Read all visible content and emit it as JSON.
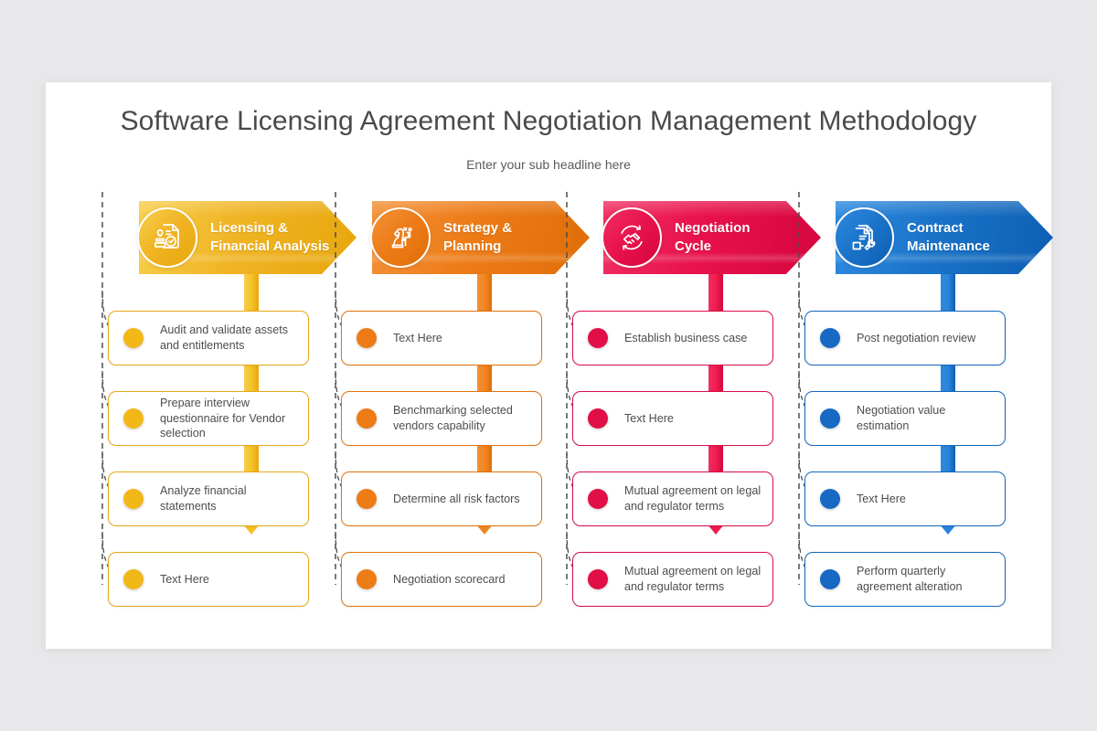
{
  "slide": {
    "title": "Software Licensing Agreement Negotiation Management Methodology",
    "subtitle": "Enter your sub headline here",
    "background": "#e8e8ea",
    "canvas": "#ffffff"
  },
  "columns": [
    {
      "id": "licensing-financial-analysis",
      "header_line1": "Licensing &",
      "header_line2": "Financial Analysis",
      "icon": "stamp-document-check-icon",
      "color": "#F0B323",
      "color_dark": "#E8A70E",
      "color_light": "#F7CE4B",
      "accent": "#F5C125",
      "border": "#E6A817",
      "dot": "#F2B818",
      "steps": [
        {
          "label": "Audit and validate assets and entitlements"
        },
        {
          "label": "Prepare interview questionnaire for Vendor selection"
        },
        {
          "label": "Analyze financial statements"
        },
        {
          "label": "Text Here"
        }
      ]
    },
    {
      "id": "strategy-planning",
      "header_line1": "Strategy &",
      "header_line2": "Planning",
      "icon": "chess-knight-strategy-icon",
      "color": "#ED7B16",
      "color_dark": "#E06E08",
      "color_light": "#F29138",
      "accent": "#EF8620",
      "border": "#E1720C",
      "dot": "#ED7B16",
      "steps": [
        {
          "label": "Text Here"
        },
        {
          "label": "Benchmarking selected vendors capability"
        },
        {
          "label": "Determine all risk factors"
        },
        {
          "label": "Negotiation scorecard"
        }
      ]
    },
    {
      "id": "negotiation-cycle",
      "header_line1": "Negotiation",
      "header_line2": "Cycle",
      "icon": "handshake-cycle-icon",
      "color": "#E8114B",
      "color_dark": "#D5063F",
      "color_light": "#F02E62",
      "accent": "#EE1C4D",
      "border": "#D80E47",
      "dot": "#E20E46",
      "steps": [
        {
          "label": "Establish business case"
        },
        {
          "label": "Text Here"
        },
        {
          "label": "Mutual agreement on legal and regulator terms"
        },
        {
          "label": "Mutual agreement on legal and regulator terms"
        }
      ]
    },
    {
      "id": "contract-maintenance",
      "header_line1": "Contract",
      "header_line2": "Maintenance",
      "icon": "document-wrench-icon",
      "color": "#1A73C8",
      "color_dark": "#0D5FB4",
      "color_light": "#2E8AE0",
      "accent": "#2A84DB",
      "border": "#1268BE",
      "dot": "#1769C4",
      "steps": [
        {
          "label": "Post negotiation review"
        },
        {
          "label": "Negotiation value estimation"
        },
        {
          "label": "Text Here"
        },
        {
          "label": "Perform quarterly agreement alteration"
        }
      ]
    }
  ]
}
